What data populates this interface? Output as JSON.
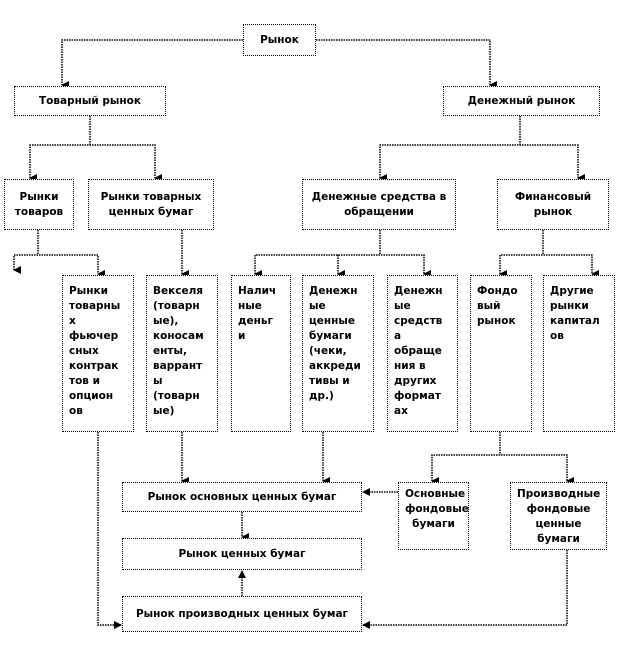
{
  "nodes": {
    "market": "Рынок",
    "goods_market": "Товарный рынок",
    "money_market": "Денежный рынок",
    "goods_markets": "Рынки товаров",
    "commodity_securities_markets": "Рынки товарных ценных бумаг",
    "money_in_circulation": "Денежные средства в обращении",
    "financial_market": "Финансовый рынок",
    "futures_options": "Рынки\nтоварны\nх\nфьючер\nсных\nконтрак\nтов и\nопцион\nов",
    "bills": "Векселя\n(товарн\nые),\nконосам\nенты,\nваррант\nы\n(товарн\nые)",
    "cash": "Налич\nные\nденьг\nи",
    "money_securities": "Денежн\nые\nценные\nбумаги\n(чеки,\nаккреди\nтивы и\nдр.)",
    "money_other_forms": "Денежн\nые\nсредств\nа\nобраще\nния в\nдругих\nформат\nах",
    "stock_market": "Фондо\nвый\nрынок",
    "other_capital_markets": "Другие\nрынки\nкапитал\nов",
    "primary_securities_market": "Рынок основных ценных бумаг",
    "securities_market": "Рынок ценных бумаг",
    "derivative_securities_market": "Рынок производных ценных бумаг",
    "primary_stock_papers": "Основные фондовые бумаги",
    "derivative_stock_papers": "Производные фондовые ценные бумаги"
  }
}
